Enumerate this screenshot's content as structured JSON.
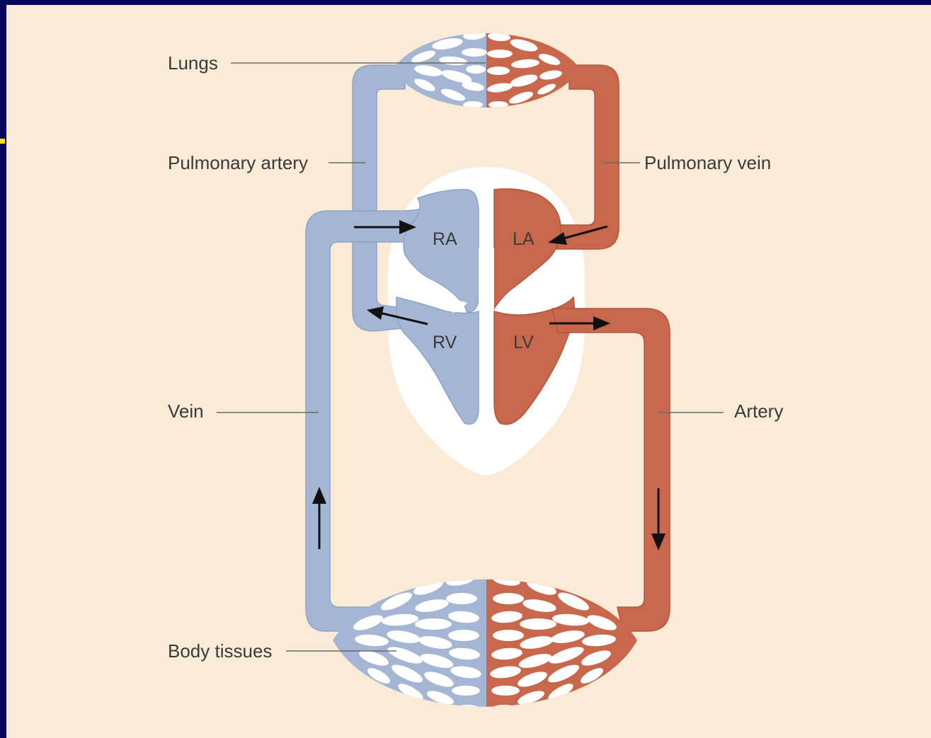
{
  "labels": {
    "lungs": "Lungs",
    "pulmonary_artery": "Pulmonary artery",
    "pulmonary_vein": "Pulmonary vein",
    "vein": "Vein",
    "artery": "Artery",
    "body_tissues": "Body tissues"
  },
  "chambers": {
    "ra": "RA",
    "la": "LA",
    "rv": "RV",
    "lv": "LV"
  },
  "colors": {
    "background": "#f9ebd6",
    "frame": "#05055a",
    "deoxygenated_blue": "#a4b6d3",
    "oxygenated_red": "#c8674b",
    "heart_white": "#ffffff"
  }
}
